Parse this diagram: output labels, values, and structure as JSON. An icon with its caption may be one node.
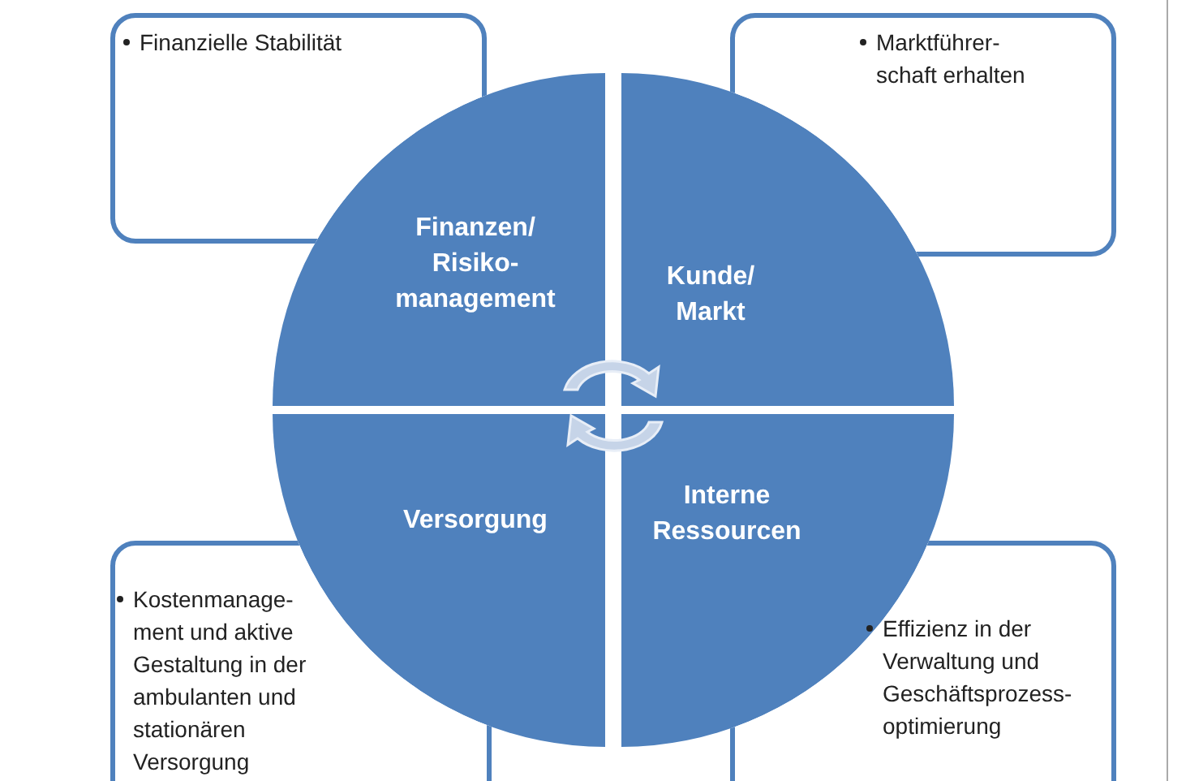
{
  "diagram": {
    "nodes": [
      {
        "text": [
          "Finanzielle Stabilität"
        ]
      },
      {
        "text": [
          "Marktführer- schaft erhalten"
        ]
      },
      {
        "text": [
          "Finanzen/ Risiko- management"
        ]
      },
      {
        "text": [
          "Kunde/ Markt"
        ]
      },
      {
        "text": [
          "Versorgung"
        ]
      },
      {
        "text": [
          "Interne Ressourcen"
        ]
      },
      {
        "text": [
          "Kostenmanage- ment und aktive Gestaltung in der ambulanten und stationären Versorgung"
        ]
      },
      {
        "text": [
          "Effizienz in der Verwaltung und Geschäftsprozess- optimierung"
        ]
      }
    ]
  }
}
